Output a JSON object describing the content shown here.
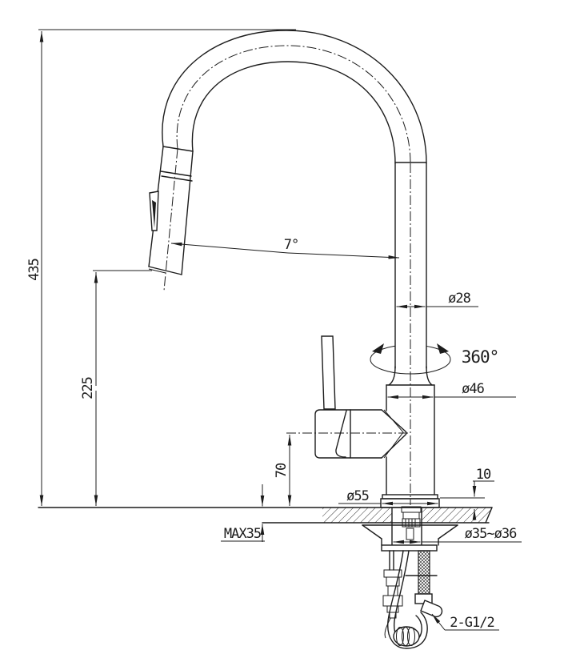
{
  "labels": {
    "overall_height": "435",
    "spray_height": "225",
    "spout_angle": "7°",
    "spout_tube_diameter": "ø28",
    "swivel_range": "360°",
    "body_diameter": "ø46",
    "handle_axis_height": "70",
    "base_diameter": "ø55",
    "base_lip_height": "10",
    "max_deck_thickness": "MAX35",
    "mounting_hole_diameter": "ø35~ø36",
    "hose_thread": "2-G1/2"
  },
  "colors": {
    "line": "#1c1c1c",
    "background": "#ffffff"
  }
}
